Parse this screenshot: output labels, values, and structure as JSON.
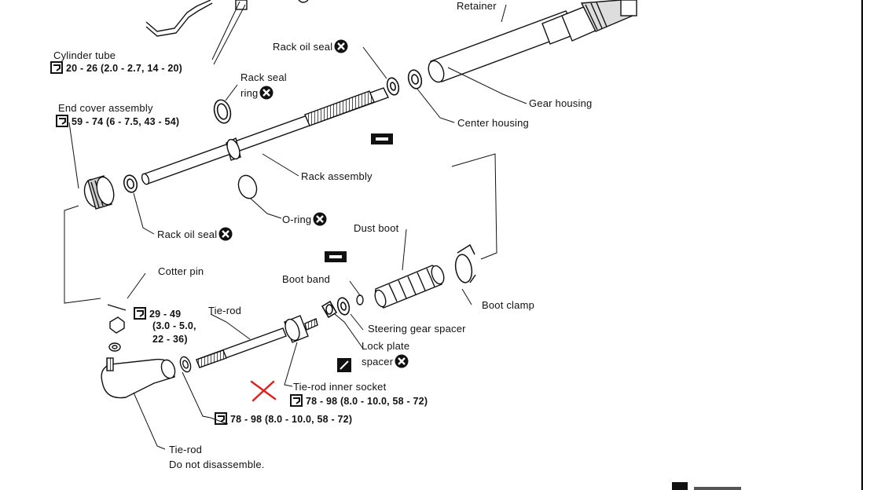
{
  "labels": {
    "retainer": "Retainer",
    "cylinder_tube": "Cylinder tube",
    "cylinder_tube_torque": "20 - 26 (2.0 - 2.7, 14 - 20)",
    "rack_oil_seal_top": "Rack oil seal",
    "rack_seal_ring_1": "Rack seal",
    "rack_seal_ring_2": "ring",
    "gear_housing": "Gear housing",
    "center_housing": "Center housing",
    "end_cover_assembly": "End cover assembly",
    "end_cover_torque": "59 - 74 (6 - 7.5, 43 - 54)",
    "rack_assembly": "Rack assembly",
    "o_ring": "O-ring",
    "rack_oil_seal_bottom": "Rack oil seal",
    "dust_boot": "Dust boot",
    "cotter_pin": "Cotter pin",
    "boot_band": "Boot band",
    "boot_clamp": "Boot clamp",
    "nut_torque_1": "29 - 49",
    "nut_torque_2": "(3.0 - 5.0,",
    "nut_torque_3": "22 - 36)",
    "tie_rod_top": "Tie-rod",
    "steering_gear_spacer": "Steering gear spacer",
    "lock_plate_1": "Lock plate",
    "lock_plate_2": "spacer",
    "tie_rod_inner_socket": "Tie-rod inner socket",
    "inner_socket_torque": "78 - 98 (8.0 - 10.0, 58 - 72)",
    "locknut_torque": "78 - 98 (8.0 - 10.0, 58 - 72)",
    "tie_rod_bottom_1": "Tie-rod",
    "tie_rod_bottom_2": "Do not disassemble."
  },
  "annotation_color": "#e02020",
  "icons": [
    "torque-wrench-icon",
    "replace-x-icon",
    "grease-icon",
    "locking-sealant-icon"
  ]
}
